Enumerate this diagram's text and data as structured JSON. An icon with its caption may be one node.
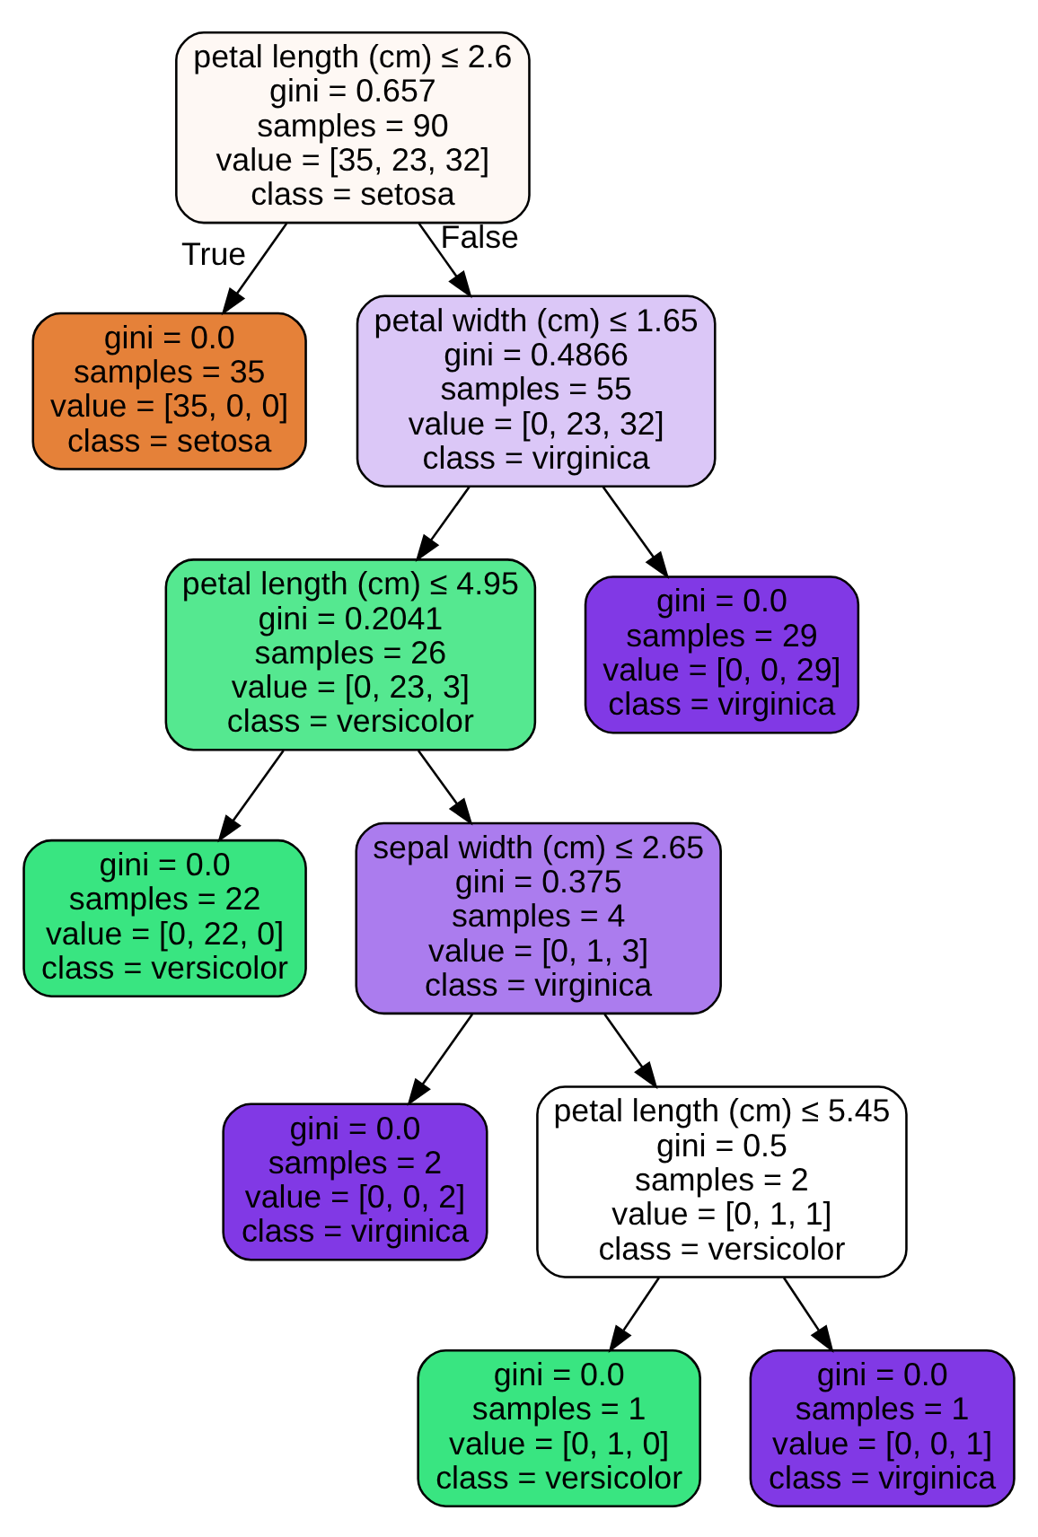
{
  "diagram": {
    "nodes": [
      {
        "text": [
          "petal length (cm) ≤ 2.6",
          "gini = 0.657",
          "samples = 90",
          "value = [35, 23, 32]",
          "class = setosa"
        ]
      },
      {
        "text": [
          "gini = 0.0",
          "samples = 35",
          "value = [35, 0, 0]",
          "class = setosa"
        ]
      },
      {
        "text": [
          "petal width (cm) ≤ 1.65",
          "gini = 0.4866",
          "samples = 55",
          "value = [0, 23, 32]",
          "class = virginica"
        ]
      },
      {
        "text": [
          "petal length (cm) ≤ 4.95",
          "gini = 0.2041",
          "samples = 26",
          "value = [0, 23, 3]",
          "class = versicolor"
        ]
      },
      {
        "text": [
          "gini = 0.0",
          "samples = 29",
          "value = [0, 0, 29]",
          "class = virginica"
        ]
      },
      {
        "text": [
          "gini = 0.0",
          "samples = 22",
          "value = [0, 22, 0]",
          "class = versicolor"
        ]
      },
      {
        "text": [
          "sepal width (cm) ≤ 2.65",
          "gini = 0.375",
          "samples = 4",
          "value = [0, 1, 3]",
          "class = virginica"
        ]
      },
      {
        "text": [
          "gini = 0.0",
          "samples = 2",
          "value = [0, 0, 2]",
          "class = virginica"
        ]
      },
      {
        "text": [
          "petal length (cm) ≤ 5.45",
          "gini = 0.5",
          "samples = 2",
          "value = [0, 1, 1]",
          "class = versicolor"
        ]
      },
      {
        "text": [
          "gini = 0.0",
          "samples = 1",
          "value = [0, 1, 0]",
          "class = versicolor"
        ]
      },
      {
        "text": [
          "gini = 0.0",
          "samples = 1",
          "value = [0, 0, 1]",
          "class = virginica"
        ]
      }
    ],
    "edges": [
      {
        "from": 0,
        "to": 1,
        "arrow": "to",
        "label": "True"
      },
      {
        "from": 0,
        "to": 2,
        "arrow": "to",
        "label": "False"
      },
      {
        "from": 2,
        "to": 3,
        "arrow": "to"
      },
      {
        "from": 2,
        "to": 4,
        "arrow": "to"
      },
      {
        "from": 3,
        "to": 5,
        "arrow": "to"
      },
      {
        "from": 3,
        "to": 6,
        "arrow": "to"
      },
      {
        "from": 6,
        "to": 7,
        "arrow": "to"
      },
      {
        "from": 6,
        "to": 8,
        "arrow": "to"
      },
      {
        "from": 8,
        "to": 9,
        "arrow": "to"
      },
      {
        "from": 8,
        "to": 10,
        "arrow": "to"
      }
    ]
  }
}
